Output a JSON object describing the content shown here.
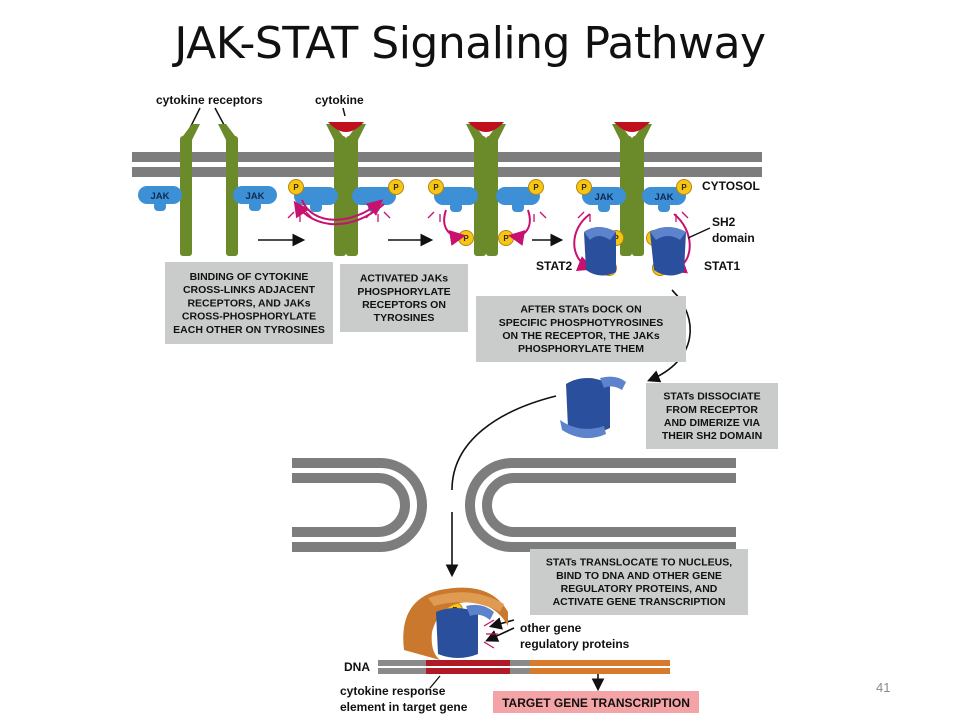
{
  "slide": {
    "title": "JAK-STAT Signaling Pathway",
    "page_number": "41"
  },
  "labels": {
    "cytokine_receptors": "cytokine receptors",
    "cytokine": "cytokine",
    "cytosol": "CYTOSOL",
    "sh2_line1": "SH2",
    "sh2_line2": "domain",
    "stat1": "STAT1",
    "stat2": "STAT2",
    "jak": "JAK",
    "phospho": "P",
    "other_gene_line1": "other gene",
    "other_gene_line2": "regulatory proteins",
    "dna": "DNA",
    "response_line1": "cytokine response",
    "response_line2": "element in target gene",
    "target_transcription": "TARGET GENE TRANSCRIPTION"
  },
  "captions": {
    "step1": [
      "BINDING OF CYTOKINE",
      "CROSS-LINKS ADJACENT",
      "RECEPTORS, AND JAKs",
      "CROSS-PHOSPHORYLATE",
      "EACH OTHER ON TYROSINES"
    ],
    "step2": [
      "ACTIVATED JAKs",
      "PHOSPHORYLATE",
      "RECEPTORS ON",
      "TYROSINES"
    ],
    "step3": [
      "AFTER STATs DOCK ON",
      "SPECIFIC PHOSPHOTYROSINES",
      "ON THE RECEPTOR, THE JAKs",
      "PHOSPHORYLATE THEM"
    ],
    "step4": [
      "STATs DISSOCIATE",
      "FROM RECEPTOR",
      "AND DIMERIZE VIA",
      "THEIR SH2 DOMAIN"
    ],
    "step5": [
      "STATs TRANSLOCATE TO NUCLEUS,",
      "BIND TO DNA AND OTHER GENE",
      "REGULATORY PROTEINS, AND",
      "ACTIVATE GENE TRANSCRIPTION"
    ]
  },
  "colors": {
    "membrane": "#7d7d7d",
    "receptor": "#6b8a2a",
    "cytokine": "#c0101e",
    "jak": "#3d8fd6",
    "phosphate": "#f5c518",
    "stat": "#2a4f9c",
    "arrow_magenta": "#c8106e",
    "caption_bg": "#c9ccca",
    "dna_red": "#b11a24",
    "dna_orange": "#d87a2b",
    "target_box": "#f4a3a6",
    "regulatory": "#c9782e"
  }
}
